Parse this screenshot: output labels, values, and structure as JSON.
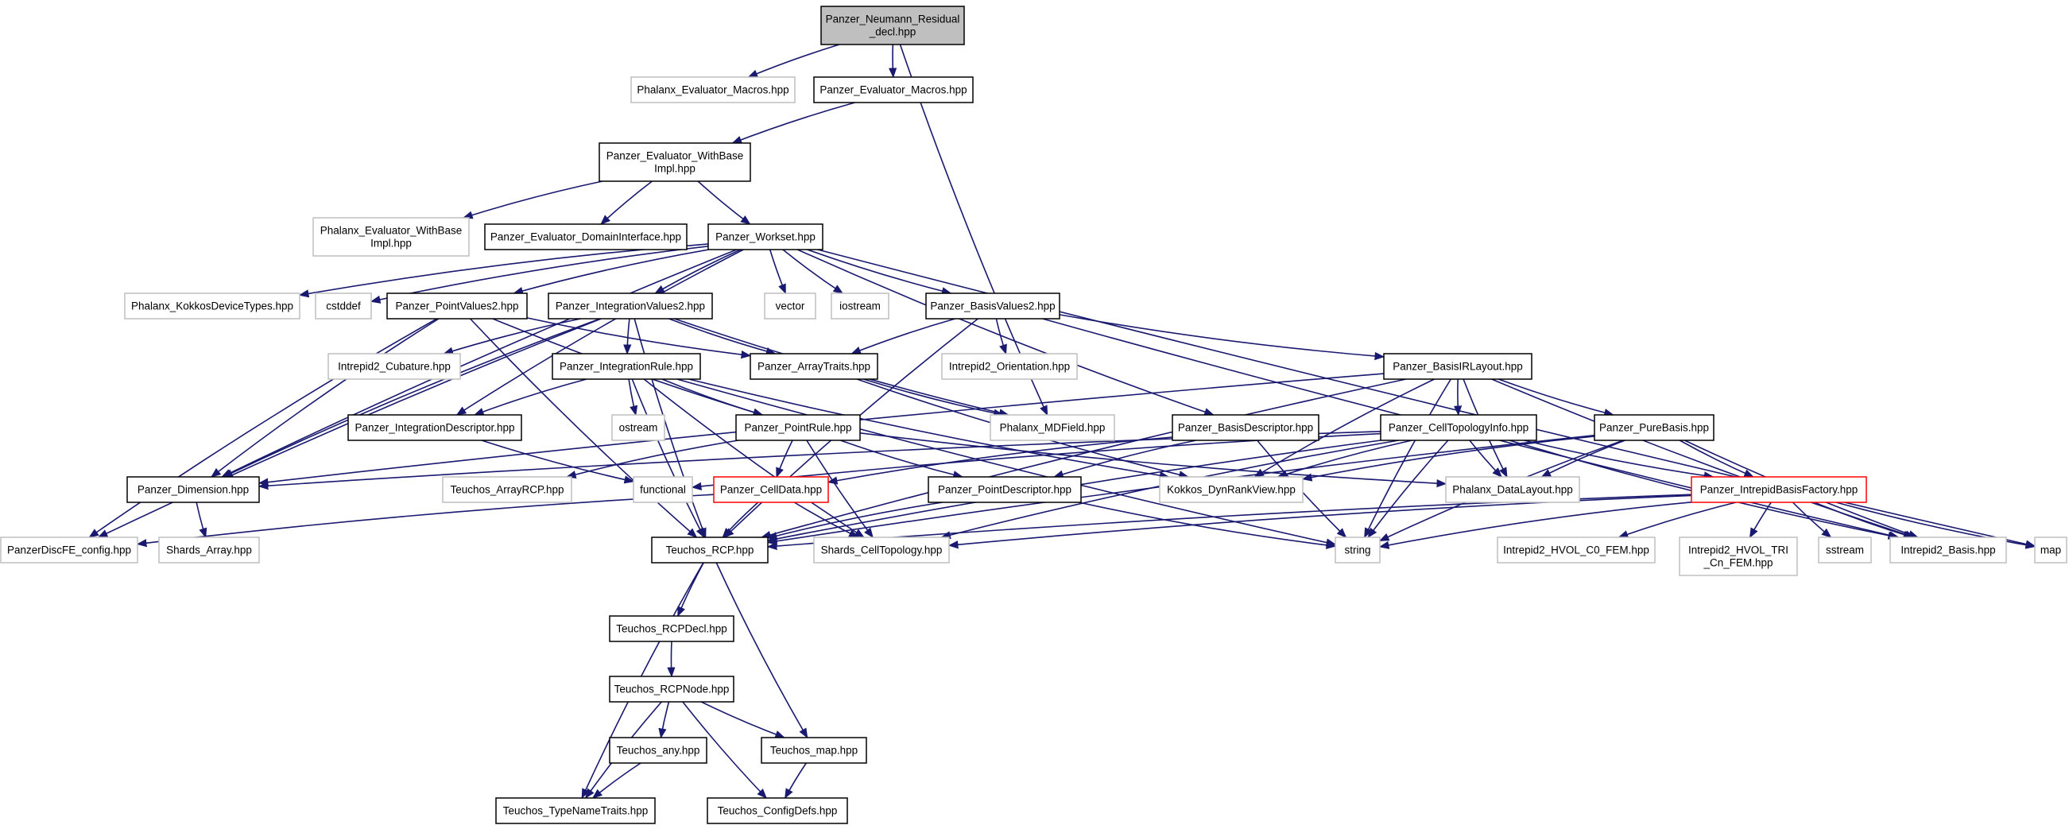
{
  "colors": {
    "edge": "#191970",
    "documented_border": "#000000",
    "external_border": "#bfbfbf",
    "truncated_border": "#ff0000",
    "root_fill": "#bfbfbf",
    "node_fill": "#ffffff"
  },
  "diagram": {
    "nodes": [
      {
        "id": "root",
        "lines": [
          "Panzer_Neumann_Residual",
          "_decl.hpp"
        ],
        "kind": "root"
      },
      {
        "id": "phx_ev_macros",
        "lines": [
          "Phalanx_Evaluator_Macros.hpp"
        ],
        "kind": "external"
      },
      {
        "id": "pz_ev_macros",
        "lines": [
          "Panzer_Evaluator_Macros.hpp"
        ],
        "kind": "documented"
      },
      {
        "id": "pz_ev_withbase",
        "lines": [
          "Panzer_Evaluator_WithBase",
          "Impl.hpp"
        ],
        "kind": "documented"
      },
      {
        "id": "phx_ev_withbase",
        "lines": [
          "Phalanx_Evaluator_WithBase",
          "Impl.hpp"
        ],
        "kind": "external"
      },
      {
        "id": "pz_domain_if",
        "lines": [
          "Panzer_Evaluator_DomainInterface.hpp"
        ],
        "kind": "documented"
      },
      {
        "id": "workset",
        "lines": [
          "Panzer_Workset.hpp"
        ],
        "kind": "documented"
      },
      {
        "id": "phx_kokkos",
        "lines": [
          "Phalanx_KokkosDeviceTypes.hpp"
        ],
        "kind": "external"
      },
      {
        "id": "cstddef",
        "lines": [
          "cstddef"
        ],
        "kind": "external"
      },
      {
        "id": "pointvalues2",
        "lines": [
          "Panzer_PointValues2.hpp"
        ],
        "kind": "documented"
      },
      {
        "id": "intvalues2",
        "lines": [
          "Panzer_IntegrationValues2.hpp"
        ],
        "kind": "documented"
      },
      {
        "id": "vector",
        "lines": [
          "vector"
        ],
        "kind": "external"
      },
      {
        "id": "iostream",
        "lines": [
          "iostream"
        ],
        "kind": "external"
      },
      {
        "id": "basisvalues2",
        "lines": [
          "Panzer_BasisValues2.hpp"
        ],
        "kind": "documented"
      },
      {
        "id": "map",
        "lines": [
          "map"
        ],
        "kind": "external"
      },
      {
        "id": "cubature",
        "lines": [
          "Intrepid2_Cubature.hpp"
        ],
        "kind": "external"
      },
      {
        "id": "arraytraits",
        "lines": [
          "Panzer_ArrayTraits.hpp"
        ],
        "kind": "documented"
      },
      {
        "id": "orientation",
        "lines": [
          "Intrepid2_Orientation.hpp"
        ],
        "kind": "external"
      },
      {
        "id": "basisirlayout",
        "lines": [
          "Panzer_BasisIRLayout.hpp"
        ],
        "kind": "documented"
      },
      {
        "id": "intrule",
        "lines": [
          "Panzer_IntegrationRule.hpp"
        ],
        "kind": "documented"
      },
      {
        "id": "intdescriptor",
        "lines": [
          "Panzer_IntegrationDescriptor.hpp"
        ],
        "kind": "documented"
      },
      {
        "id": "ostream",
        "lines": [
          "ostream"
        ],
        "kind": "external"
      },
      {
        "id": "pointrule",
        "lines": [
          "Panzer_PointRule.hpp"
        ],
        "kind": "documented"
      },
      {
        "id": "mdfield",
        "lines": [
          "Phalanx_MDField.hpp"
        ],
        "kind": "external"
      },
      {
        "id": "basisdescriptor",
        "lines": [
          "Panzer_BasisDescriptor.hpp"
        ],
        "kind": "documented"
      },
      {
        "id": "celltopoinfo",
        "lines": [
          "Panzer_CellTopologyInfo.hpp"
        ],
        "kind": "documented"
      },
      {
        "id": "purebasis",
        "lines": [
          "Panzer_PureBasis.hpp"
        ],
        "kind": "documented"
      },
      {
        "id": "dimension",
        "lines": [
          "Panzer_Dimension.hpp"
        ],
        "kind": "documented"
      },
      {
        "id": "arrayrcp",
        "lines": [
          "Teuchos_ArrayRCP.hpp"
        ],
        "kind": "external"
      },
      {
        "id": "functional",
        "lines": [
          "functional"
        ],
        "kind": "external"
      },
      {
        "id": "celldata",
        "lines": [
          "Panzer_CellData.hpp"
        ],
        "kind": "truncated"
      },
      {
        "id": "pointdescriptor",
        "lines": [
          "Panzer_PointDescriptor.hpp"
        ],
        "kind": "documented"
      },
      {
        "id": "dynrankview",
        "lines": [
          "Kokkos_DynRankView.hpp"
        ],
        "kind": "external"
      },
      {
        "id": "datalayout",
        "lines": [
          "Phalanx_DataLayout.hpp"
        ],
        "kind": "external"
      },
      {
        "id": "basisfactory",
        "lines": [
          "Panzer_IntrepidBasisFactory.hpp"
        ],
        "kind": "truncated"
      },
      {
        "id": "discfe",
        "lines": [
          "PanzerDiscFE_config.hpp"
        ],
        "kind": "external"
      },
      {
        "id": "shards_array",
        "lines": [
          "Shards_Array.hpp"
        ],
        "kind": "external"
      },
      {
        "id": "rcp",
        "lines": [
          "Teuchos_RCP.hpp"
        ],
        "kind": "documented"
      },
      {
        "id": "shards_celltopo",
        "lines": [
          "Shards_CellTopology.hpp"
        ],
        "kind": "external"
      },
      {
        "id": "string",
        "lines": [
          "string"
        ],
        "kind": "external"
      },
      {
        "id": "hvol_c0",
        "lines": [
          "Intrepid2_HVOL_C0_FEM.hpp"
        ],
        "kind": "external"
      },
      {
        "id": "hvol_tri",
        "lines": [
          "Intrepid2_HVOL_TRI",
          "_Cn_FEM.hpp"
        ],
        "kind": "external"
      },
      {
        "id": "sstream",
        "lines": [
          "sstream"
        ],
        "kind": "external"
      },
      {
        "id": "intrepid_basis",
        "lines": [
          "Intrepid2_Basis.hpp"
        ],
        "kind": "external"
      },
      {
        "id": "rcpdecl",
        "lines": [
          "Teuchos_RCPDecl.hpp"
        ],
        "kind": "documented"
      },
      {
        "id": "rcpnode",
        "lines": [
          "Teuchos_RCPNode.hpp"
        ],
        "kind": "documented"
      },
      {
        "id": "any",
        "lines": [
          "Teuchos_any.hpp"
        ],
        "kind": "documented"
      },
      {
        "id": "teuchos_map",
        "lines": [
          "Teuchos_map.hpp"
        ],
        "kind": "documented"
      },
      {
        "id": "typenametraits",
        "lines": [
          "Teuchos_TypeNameTraits.hpp"
        ],
        "kind": "documented"
      },
      {
        "id": "configdefs",
        "lines": [
          "Teuchos_ConfigDefs.hpp"
        ],
        "kind": "documented"
      }
    ],
    "edges": [
      [
        "root",
        "phx_ev_macros"
      ],
      [
        "root",
        "pz_ev_macros"
      ],
      [
        "root",
        "mdfield"
      ],
      [
        "pz_ev_macros",
        "pz_ev_withbase"
      ],
      [
        "pz_ev_withbase",
        "phx_ev_withbase"
      ],
      [
        "pz_ev_withbase",
        "pz_domain_if"
      ],
      [
        "pz_ev_withbase",
        "workset"
      ],
      [
        "workset",
        "phx_kokkos"
      ],
      [
        "workset",
        "cstddef"
      ],
      [
        "workset",
        "pointvalues2"
      ],
      [
        "workset",
        "intvalues2"
      ],
      [
        "workset",
        "vector"
      ],
      [
        "workset",
        "iostream"
      ],
      [
        "workset",
        "basisvalues2"
      ],
      [
        "workset",
        "map"
      ],
      [
        "workset",
        "dimension"
      ],
      [
        "workset",
        "intdescriptor"
      ],
      [
        "workset",
        "basisdescriptor"
      ],
      [
        "pointvalues2",
        "arraytraits"
      ],
      [
        "pointvalues2",
        "pointrule"
      ],
      [
        "pointvalues2",
        "dimension"
      ],
      [
        "pointvalues2",
        "discfe"
      ],
      [
        "pointvalues2",
        "rcp"
      ],
      [
        "intvalues2",
        "cubature"
      ],
      [
        "intvalues2",
        "arraytraits"
      ],
      [
        "intvalues2",
        "intrule"
      ],
      [
        "intvalues2",
        "dimension"
      ],
      [
        "intvalues2",
        "mdfield"
      ],
      [
        "intvalues2",
        "discfe"
      ],
      [
        "intvalues2",
        "rcp"
      ],
      [
        "basisvalues2",
        "arraytraits"
      ],
      [
        "basisvalues2",
        "orientation"
      ],
      [
        "basisvalues2",
        "basisirlayout"
      ],
      [
        "basisvalues2",
        "intrepid_basis"
      ],
      [
        "basisvalues2",
        "rcp"
      ],
      [
        "arraytraits",
        "mdfield"
      ],
      [
        "arraytraits",
        "dynrankview"
      ],
      [
        "basisirlayout",
        "purebasis"
      ],
      [
        "basisirlayout",
        "celltopoinfo"
      ],
      [
        "basisirlayout",
        "dimension"
      ],
      [
        "basisirlayout",
        "dynrankview"
      ],
      [
        "basisirlayout",
        "datalayout"
      ],
      [
        "basisirlayout",
        "string"
      ],
      [
        "basisirlayout",
        "intrepid_basis"
      ],
      [
        "basisirlayout",
        "rcp"
      ],
      [
        "intrule",
        "intdescriptor"
      ],
      [
        "intrule",
        "pointrule"
      ],
      [
        "intrule",
        "ostream"
      ],
      [
        "intrule",
        "rcp"
      ],
      [
        "intrule",
        "shards_celltopo"
      ],
      [
        "intrule",
        "dynrankview"
      ],
      [
        "intrule",
        "string"
      ],
      [
        "intdescriptor",
        "functional"
      ],
      [
        "pointrule",
        "pointdescriptor"
      ],
      [
        "pointrule",
        "celldata"
      ],
      [
        "pointrule",
        "shards_celltopo"
      ],
      [
        "pointrule",
        "datalayout"
      ],
      [
        "pointrule",
        "arrayrcp"
      ],
      [
        "basisdescriptor",
        "pointdescriptor"
      ],
      [
        "basisdescriptor",
        "string"
      ],
      [
        "basisdescriptor",
        "celldata"
      ],
      [
        "celltopoinfo",
        "dimension"
      ],
      [
        "celltopoinfo",
        "datalayout"
      ],
      [
        "celltopoinfo",
        "dynrankview"
      ],
      [
        "celltopoinfo",
        "string"
      ],
      [
        "celltopoinfo",
        "rcp"
      ],
      [
        "celltopoinfo",
        "shards_celltopo"
      ],
      [
        "celltopoinfo",
        "functional"
      ],
      [
        "celltopoinfo",
        "basisfactory"
      ],
      [
        "celltopoinfo",
        "intrepid_basis"
      ],
      [
        "purebasis",
        "basisfactory"
      ],
      [
        "purebasis",
        "dynrankview"
      ],
      [
        "purebasis",
        "datalayout"
      ],
      [
        "purebasis",
        "string"
      ],
      [
        "purebasis",
        "rcp"
      ],
      [
        "purebasis",
        "intrepid_basis"
      ],
      [
        "celldata",
        "rcp"
      ],
      [
        "celldata",
        "shards_celltopo"
      ],
      [
        "celldata",
        "discfe"
      ],
      [
        "pointdescriptor",
        "rcp"
      ],
      [
        "pointdescriptor",
        "string"
      ],
      [
        "basisfactory",
        "hvol_c0"
      ],
      [
        "basisfactory",
        "hvol_tri"
      ],
      [
        "basisfactory",
        "sstream"
      ],
      [
        "basisfactory",
        "intrepid_basis"
      ],
      [
        "basisfactory",
        "map"
      ],
      [
        "basisfactory",
        "rcp"
      ],
      [
        "basisfactory",
        "string"
      ],
      [
        "basisfactory",
        "shards_celltopo"
      ],
      [
        "dimension",
        "shards_array"
      ],
      [
        "rcp",
        "rcpdecl"
      ],
      [
        "rcp",
        "typenametraits"
      ],
      [
        "rcp",
        "teuchos_map"
      ],
      [
        "rcpdecl",
        "rcpnode"
      ],
      [
        "rcpnode",
        "any"
      ],
      [
        "rcpnode",
        "teuchos_map"
      ],
      [
        "rcpnode",
        "typenametraits"
      ],
      [
        "rcpnode",
        "configdefs"
      ],
      [
        "any",
        "typenametraits"
      ],
      [
        "teuchos_map",
        "configdefs"
      ]
    ]
  }
}
